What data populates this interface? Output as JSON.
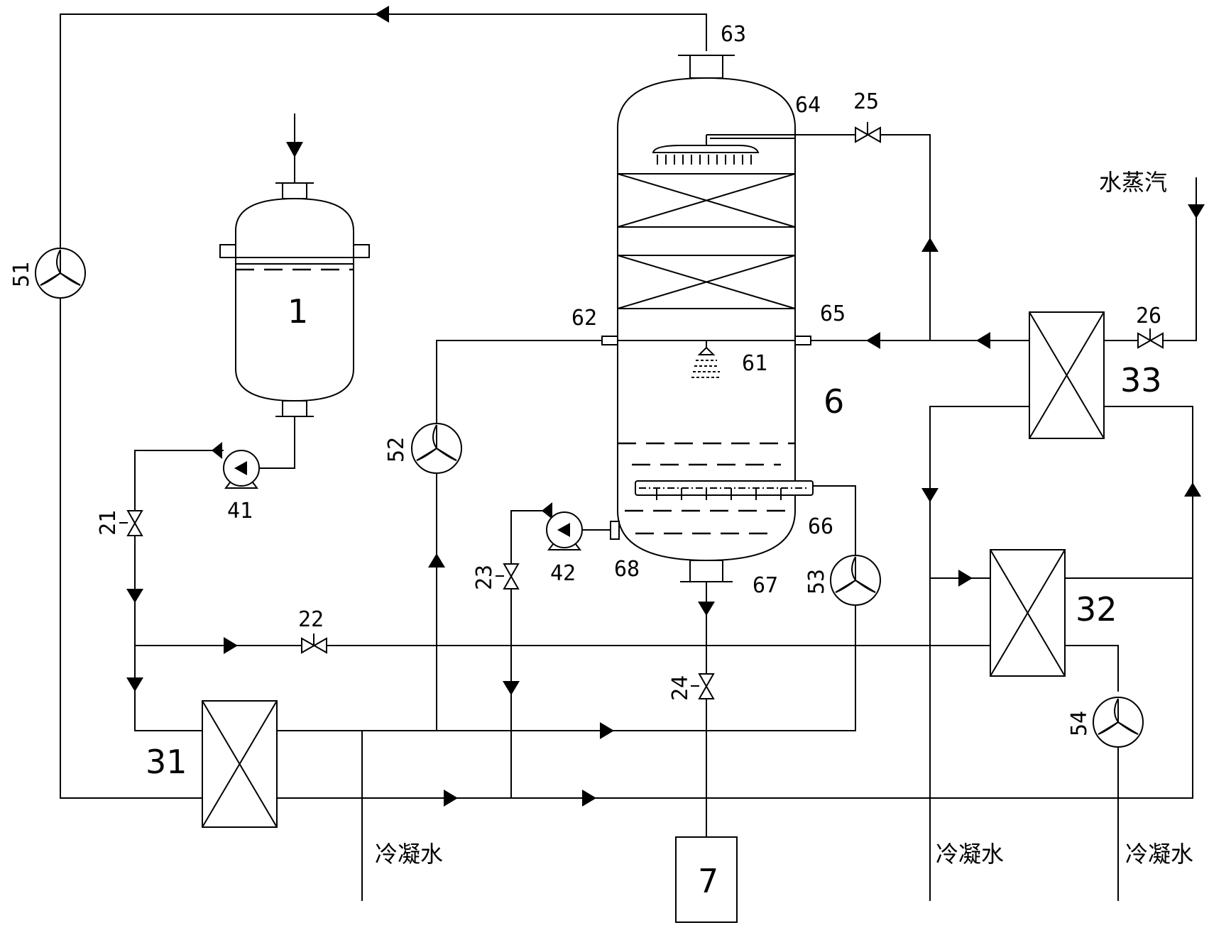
{
  "labels": {
    "tank_1": "1",
    "valve_21": "21",
    "valve_22": "22",
    "valve_23": "23",
    "valve_24": "24",
    "valve_25": "25",
    "valve_26": "26",
    "hx_31": "31",
    "hx_32": "32",
    "hx_33": "33",
    "pump_41": "41",
    "pump_42": "42",
    "fan_51": "51",
    "fan_52": "52",
    "fan_53": "53",
    "fan_54": "54",
    "column_6": "6",
    "nozzle_61": "61",
    "port_62": "62",
    "port_63": "63",
    "port_64": "64",
    "port_65": "65",
    "port_66": "66",
    "port_67": "67",
    "port_68": "68",
    "tank_7": "7"
  },
  "text": {
    "steam": "水蒸汽",
    "cooling_water_1": "冷凝水",
    "cooling_water_2": "冷凝水",
    "cooling_water_3": "冷凝水"
  }
}
